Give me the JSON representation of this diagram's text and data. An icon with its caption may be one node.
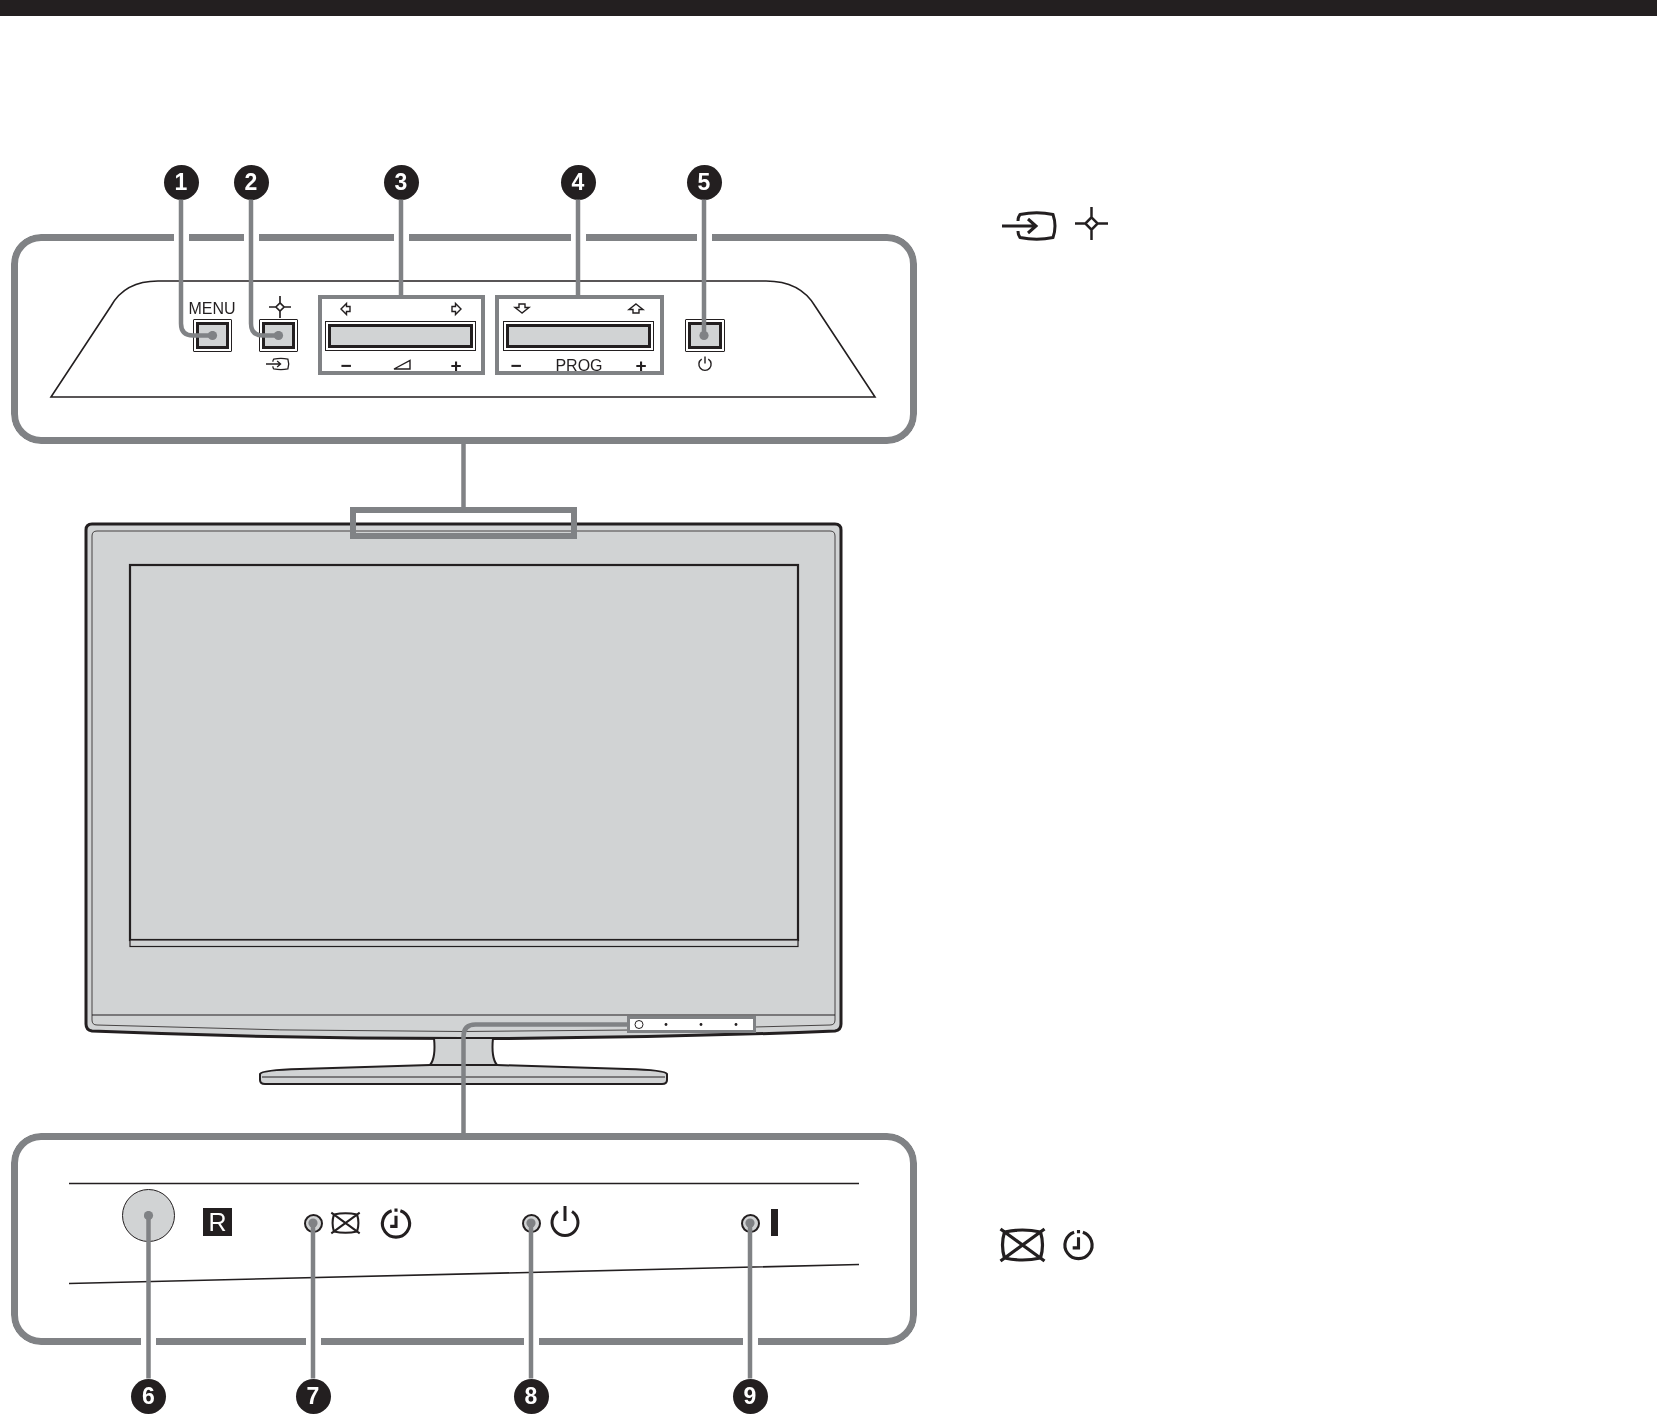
{
  "diagram": {
    "nodes": [
      {
        "text": [
          "1"
        ]
      },
      {
        "text": [
          "2"
        ]
      },
      {
        "text": [
          "3"
        ]
      },
      {
        "text": [
          "4"
        ]
      },
      {
        "text": [
          "5"
        ]
      },
      {
        "text": [],
        "shape": "box"
      },
      {
        "text": [],
        "shape": "box",
        "in": 5
      },
      {
        "text": [],
        "shape": "box",
        "in": 5
      },
      {
        "text": [
          "−",
          "+"
        ],
        "in": 5
      },
      {
        "text": [
          "−",
          "PROG",
          "+"
        ],
        "in": 5
      },
      {
        "text": [],
        "shape": "box",
        "in": 5
      },
      {
        "text": [],
        "shape": "picture"
      },
      {
        "text": [],
        "shape": "box",
        "in": 11
      },
      {
        "text": [],
        "shape": "box",
        "in": 11
      },
      {
        "text": [],
        "shape": "box"
      },
      {
        "text": [],
        "shape": "circle",
        "in": 14
      },
      {
        "text": [],
        "shape": "circle",
        "in": 14
      },
      {
        "text": [],
        "shape": "circle",
        "in": 14
      },
      {
        "text": [],
        "shape": "circle",
        "in": 14
      },
      {
        "text": [
          "6"
        ]
      },
      {
        "text": [
          "7"
        ]
      },
      {
        "text": [
          "8"
        ]
      },
      {
        "text": [
          "9"
        ]
      }
    ],
    "edges": [
      {
        "from": 0,
        "to": 6,
        "arrow": "other"
      },
      {
        "from": 1,
        "to": 7,
        "arrow": "other"
      },
      {
        "from": 2,
        "to": 8,
        "arrow": "none"
      },
      {
        "from": 3,
        "to": 9,
        "arrow": "none"
      },
      {
        "from": 4,
        "to": 10,
        "arrow": "other"
      },
      {
        "from": 5,
        "to": 12,
        "arrow": "none"
      },
      {
        "from": 13,
        "to": 14,
        "arrow": "none"
      },
      {
        "from": 19,
        "to": 15,
        "arrow": "other"
      },
      {
        "from": 20,
        "to": 16,
        "arrow": "other"
      },
      {
        "from": 21,
        "to": 17,
        "arrow": "other"
      },
      {
        "from": 22,
        "to": 18,
        "arrow": "other"
      }
    ],
    "labels": [
      "MENU",
      "R"
    ]
  }
}
